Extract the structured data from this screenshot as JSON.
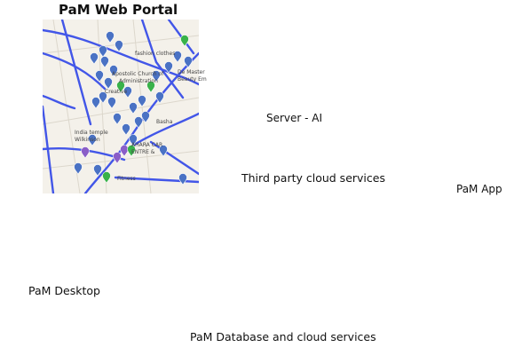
{
  "labels": {
    "portal_title": "PaM Web Portal",
    "server": "Server - AI",
    "cloud": "Third party cloud services",
    "app": "PaM App",
    "desktop": "PaM Desktop",
    "database": "PaM Database and cloud services"
  },
  "map_texts": [
    "fashion clothes",
    "Apostolic Church of",
    "Administration",
    "De Master",
    "Beauty Em",
    "Creative",
    "Basha",
    "India temple",
    "Wilkinson",
    "AHARA CAR",
    "ENTRE &",
    "Fitness"
  ],
  "colors": {
    "cloud_stroke": "#2fa8d8",
    "server_body": "#0d3349",
    "server_ring": "#1f4f6b",
    "road": "#4256e8",
    "pin_blue": "#4a72c4",
    "pin_green": "#39b24a",
    "pin_purple": "#8a5ec8",
    "db_box_border": "#7a8a9a",
    "db_box_fill": "#eef0f6"
  }
}
